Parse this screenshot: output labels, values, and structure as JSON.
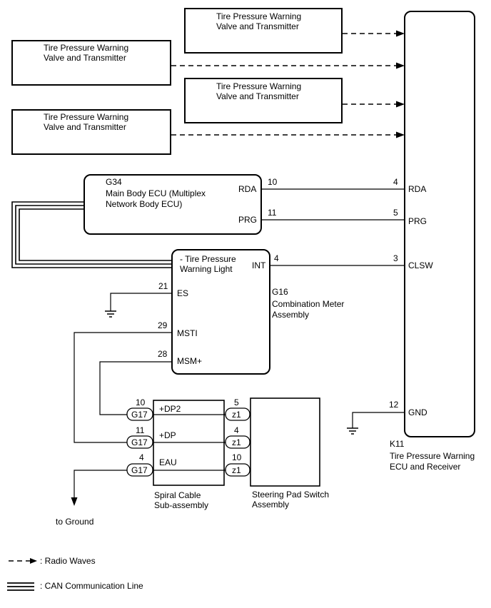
{
  "transmitters": [
    {
      "line1": "Tire Pressure Warning",
      "line2": "Valve and Transmitter"
    },
    {
      "line1": "Tire Pressure Warning",
      "line2": "Valve and Transmitter"
    },
    {
      "line1": "Tire Pressure Warning",
      "line2": "Valve and Transmitter"
    },
    {
      "line1": "Tire Pressure Warning",
      "line2": "Valve and Transmitter"
    }
  ],
  "main_body_ecu": {
    "code": "G34",
    "name_line1": "Main Body ECU (Multiplex",
    "name_line2": "Network Body ECU)",
    "pin_rda": "RDA",
    "pin_prg": "PRG"
  },
  "meter": {
    "warning_line1": "- Tire Pressure",
    "warning_line2": "Warning Light",
    "pin_int": "INT",
    "pin_es": "ES",
    "pin_msti": "MSTI",
    "pin_msm": "MSM+",
    "code": "G16",
    "name_line1": "Combination Meter",
    "name_line2": "Assembly"
  },
  "receiver": {
    "code": "K11",
    "name_line1": "Tire Pressure Warning",
    "name_line2": "ECU and Receiver",
    "pin_rda": "RDA",
    "pin_prg": "PRG",
    "pin_clsw": "CLSW",
    "pin_gnd": "GND"
  },
  "wire_numbers": {
    "rda_left": "10",
    "rda_right": "4",
    "prg_left": "11",
    "prg_right": "5",
    "int_left": "4",
    "clsw_right": "3",
    "es": "21",
    "msti": "29",
    "msm": "28",
    "gnd": "12",
    "g17_dp2": "10",
    "g17_dp": "11",
    "g17_eau": "4",
    "z1_dp2": "5",
    "z1_dp": "4",
    "z1_eau": "10"
  },
  "spiral_cable": {
    "connector": "G17",
    "pin_dp2": "+DP2",
    "pin_dp": "+DP",
    "pin_eau": "EAU",
    "name_line1": "Spiral Cable",
    "name_line2": "Sub-assembly"
  },
  "steering_switch": {
    "connector": "z1",
    "name_line1": "Steering Pad Switch",
    "name_line2": "Assembly"
  },
  "to_ground": "to Ground",
  "legend": {
    "radio": ": Radio Waves",
    "can": ": CAN Communication Line"
  }
}
